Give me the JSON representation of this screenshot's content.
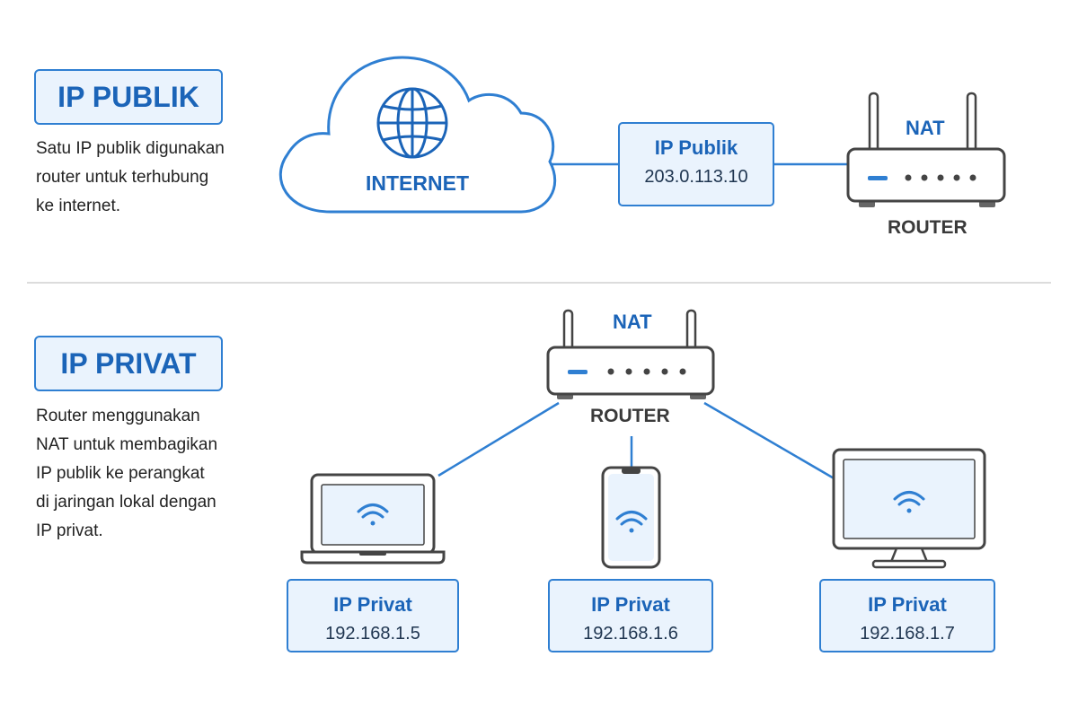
{
  "public_section": {
    "title": "IP PUBLIK",
    "description_lines": [
      "Satu IP publik digunakan",
      "router untuk terhubung",
      "ke internet."
    ],
    "internet_label": "INTERNET",
    "ip_box": {
      "title": "IP Publik",
      "value": "203.0.113.10"
    },
    "router": {
      "nat_label": "NAT",
      "label": "ROUTER"
    }
  },
  "private_section": {
    "title": "IP PRIVAT",
    "description_lines": [
      "Router menggunakan",
      "NAT untuk membagikan",
      "IP publik ke perangkat",
      "di jaringan lokal dengan",
      "IP privat."
    ],
    "router": {
      "nat_label": "NAT",
      "label": "ROUTER"
    },
    "devices": [
      {
        "icon": "laptop-icon",
        "ip_title": "IP Privat",
        "ip_value": "192.168.1.5"
      },
      {
        "icon": "smartphone-icon",
        "ip_title": "IP Privat",
        "ip_value": "192.168.1.6"
      },
      {
        "icon": "desktop-monitor-icon",
        "ip_title": "IP Privat",
        "ip_value": "192.168.1.7"
      }
    ]
  },
  "colors": {
    "accent": "#2f7fd2",
    "box_fill": "#eaf3fd",
    "text_dark": "#3a3a3a"
  }
}
